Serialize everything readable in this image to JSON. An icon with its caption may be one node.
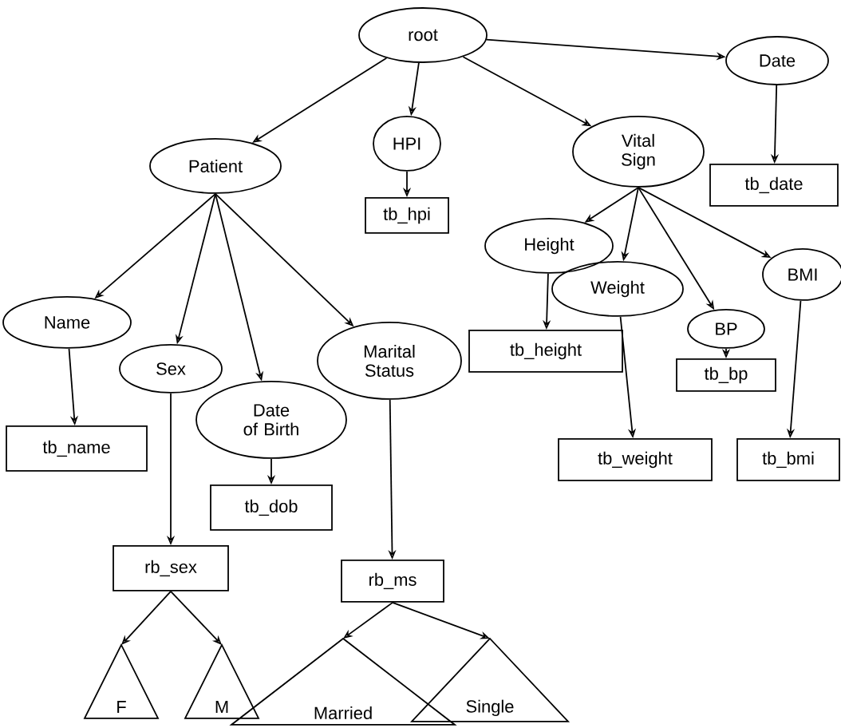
{
  "diagram": {
    "nodes": [
      {
        "text": [
          "root"
        ]
      },
      {
        "text": [
          "Patient"
        ]
      },
      {
        "text": [
          "HPI"
        ]
      },
      {
        "text": [
          "Vital Sign"
        ]
      },
      {
        "text": [
          "Date"
        ]
      },
      {
        "text": [
          "tb_hpi"
        ]
      },
      {
        "text": [
          "tb_date"
        ]
      },
      {
        "text": [
          "Name"
        ]
      },
      {
        "text": [
          "Sex"
        ]
      },
      {
        "text": [
          "Date of Birth"
        ]
      },
      {
        "text": [
          "Marital Status"
        ]
      },
      {
        "text": [
          "Height"
        ]
      },
      {
        "text": [
          "Weight"
        ]
      },
      {
        "text": [
          "BP"
        ]
      },
      {
        "text": [
          "BMI"
        ]
      },
      {
        "text": [
          "tb_height"
        ]
      },
      {
        "text": [
          "tb_bp"
        ]
      },
      {
        "text": [
          "tb_weight"
        ]
      },
      {
        "text": [
          "tb_bmi"
        ]
      },
      {
        "text": [
          "tb_name"
        ]
      },
      {
        "text": [
          "tb_dob"
        ]
      },
      {
        "text": [
          "rb_sex"
        ]
      },
      {
        "text": [
          "rb_ms"
        ]
      },
      {
        "text": [
          "F"
        ]
      },
      {
        "text": [
          "M"
        ]
      },
      {
        "text": [
          "Married"
        ]
      },
      {
        "text": [
          "Single"
        ]
      }
    ],
    "edges": [
      {
        "from": 0,
        "to": 1,
        "arrow": "to"
      },
      {
        "from": 0,
        "to": 2,
        "arrow": "to"
      },
      {
        "from": 0,
        "to": 3,
        "arrow": "to"
      },
      {
        "from": 0,
        "to": 4,
        "arrow": "to"
      },
      {
        "from": 2,
        "to": 5,
        "arrow": "to"
      },
      {
        "from": 4,
        "to": 6,
        "arrow": "to"
      },
      {
        "from": 1,
        "to": 7,
        "arrow": "to"
      },
      {
        "from": 1,
        "to": 8,
        "arrow": "to"
      },
      {
        "from": 1,
        "to": 9,
        "arrow": "to"
      },
      {
        "from": 1,
        "to": 10,
        "arrow": "to"
      },
      {
        "from": 3,
        "to": 11,
        "arrow": "to"
      },
      {
        "from": 3,
        "to": 12,
        "arrow": "to"
      },
      {
        "from": 3,
        "to": 13,
        "arrow": "to"
      },
      {
        "from": 3,
        "to": 14,
        "arrow": "to"
      },
      {
        "from": 11,
        "to": 15,
        "arrow": "to"
      },
      {
        "from": 13,
        "to": 16,
        "arrow": "to"
      },
      {
        "from": 12,
        "to": 17,
        "arrow": "to"
      },
      {
        "from": 14,
        "to": 18,
        "arrow": "to"
      },
      {
        "from": 7,
        "to": 19,
        "arrow": "to"
      },
      {
        "from": 9,
        "to": 20,
        "arrow": "to"
      },
      {
        "from": 8,
        "to": 21,
        "arrow": "to"
      },
      {
        "from": 10,
        "to": 22,
        "arrow": "to"
      },
      {
        "from": 21,
        "to": 23,
        "arrow": "to"
      },
      {
        "from": 21,
        "to": 24,
        "arrow": "to"
      },
      {
        "from": 22,
        "to": 25,
        "arrow": "to"
      },
      {
        "from": 22,
        "to": 26,
        "arrow": "to"
      }
    ]
  }
}
